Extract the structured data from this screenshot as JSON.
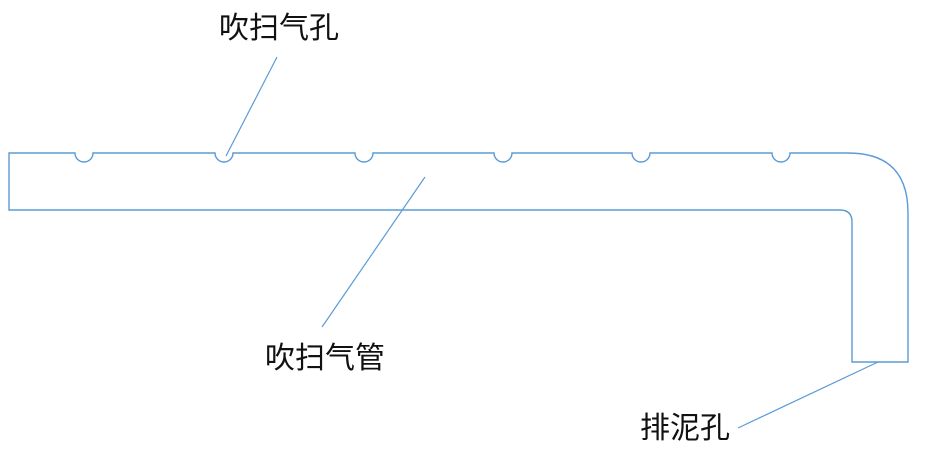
{
  "labels": {
    "blow_hole": "吹扫气孔",
    "blow_pipe": "吹扫气管",
    "drain_hole": "排泥孔"
  },
  "colors": {
    "line": "#5b9bd5",
    "text": "#111111",
    "background": "#ffffff"
  }
}
